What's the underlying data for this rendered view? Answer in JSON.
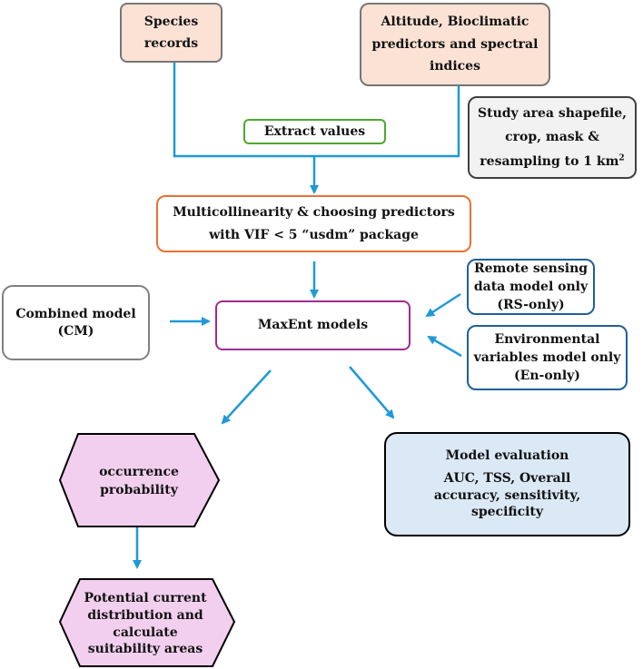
{
  "nodes": {
    "species_records": {
      "lines": [
        "Species",
        "records"
      ]
    },
    "predictors": {
      "lines": [
        "Altitude, Bioclimatic",
        "predictors and spectral",
        "indices"
      ]
    },
    "extract_values": {
      "lines": [
        "Extract values"
      ]
    },
    "study_area": {
      "lines": [
        "Study area shapefile,",
        "crop, mask &",
        "resampling to 1 km"
      ],
      "superscript": "2"
    },
    "multicollinearity": {
      "lines": [
        "Multicollinearity & choosing predictors",
        "with VIF < 5  “usdm” package"
      ]
    },
    "combined_model": {
      "lines": [
        "Combined model",
        "(CM)"
      ]
    },
    "maxent": {
      "lines": [
        "MaxEnt models"
      ]
    },
    "rs_only": {
      "lines": [
        "Remote sensing",
        "data model only",
        "(RS-only)"
      ]
    },
    "env_only": {
      "lines": [
        "Environmental",
        "variables model only",
        "(En-only)"
      ]
    },
    "model_evaluation": {
      "title": "Model evaluation",
      "lines": [
        "AUC, TSS, Overall",
        "accuracy, sensitivity,",
        "specificity"
      ]
    },
    "occurrence_probability": {
      "lines": [
        "occurrence",
        "probability"
      ]
    },
    "potential_distribution": {
      "lines": [
        "Potential current",
        "distribution and",
        "calculate",
        "suitability areas"
      ]
    }
  },
  "colors": {
    "connector": "#1f9ad6",
    "peach_fill": "#fbe2d5",
    "pink_fill": "#f2cfee",
    "eval_fill": "#dbe8f5",
    "green_border": "#4ea72e",
    "orange_border": "#e97132",
    "purple_border": "#a02b93",
    "blue_border": "#215f9a"
  }
}
